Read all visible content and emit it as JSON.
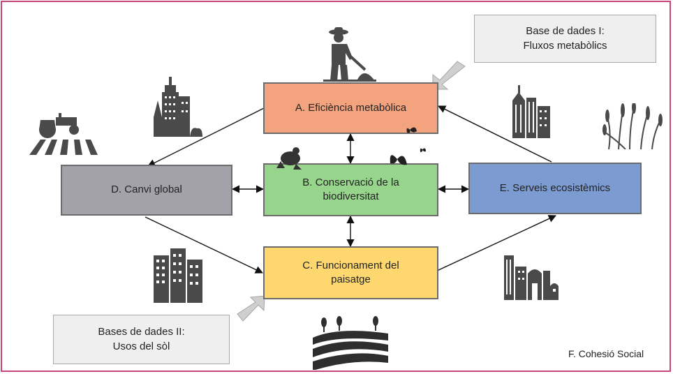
{
  "boxes": {
    "a": {
      "label": "A. Eficiència metabòlica",
      "color": "#f4a37f"
    },
    "b": {
      "label": "B. Conservació de la\nbiodiversitat",
      "color": "#98d58c"
    },
    "c": {
      "label": "C. Funcionament del\npaisatge",
      "color": "#fed76f"
    },
    "d": {
      "label": "D. Canvi global",
      "color": "#a3a2a8"
    },
    "e": {
      "label": "E. Serveis ecosistèmics",
      "color": "#7b9bd1"
    }
  },
  "databases": {
    "db1": "Base de dades I:\nFluxos metabòlics",
    "db2": "Bases de dades II:\nUsos del sòl"
  },
  "footer_label": "F. Cohesió Social",
  "colors": {
    "frame": "#c8457a",
    "icon": "#4a4a4a",
    "hollow_arrow": "#cfcfcf"
  },
  "icons": [
    "farmer-icon",
    "tractor-icon",
    "tower-city-icon",
    "skyscrapers-icon",
    "wheat-icon",
    "frog-icon",
    "butterfly-icon",
    "office-buildings-icon",
    "city-buildings-icon",
    "hills-landscape-icon"
  ]
}
